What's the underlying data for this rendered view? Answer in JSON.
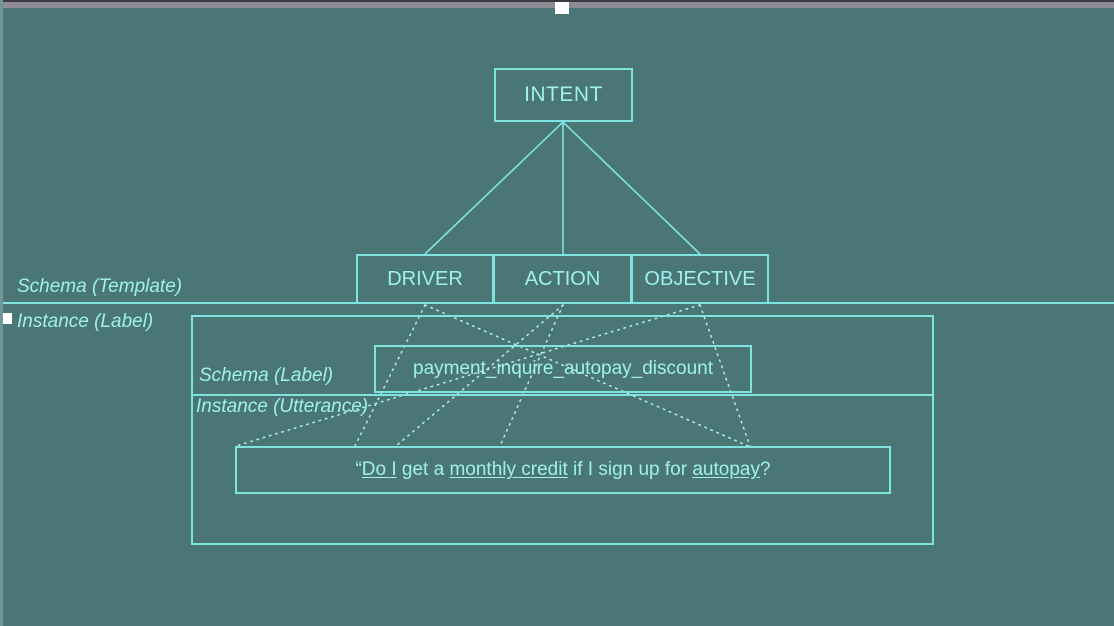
{
  "diagram": {
    "title": "Intent schema / instance hierarchy",
    "colors": {
      "background": "#4a7775",
      "stroke": "#7fe3e0",
      "text": "#9ff0ee",
      "topbar": "#8f8a93",
      "handle": "#ffffff"
    }
  },
  "schema_plane": {
    "label": "Schema (Template)",
    "root": {
      "label": "INTENT"
    },
    "slots": [
      {
        "label": "DRIVER"
      },
      {
        "label": "ACTION"
      },
      {
        "label": "OBJECTIVE"
      }
    ]
  },
  "instance_plane": {
    "label": "Instance (Label)",
    "schema_label": {
      "label": "Schema (Label)",
      "value": "payment_inquire_autopay_discount"
    },
    "instance_utterance": {
      "label": "Instance (Utterance)",
      "utterance": {
        "open_quote": "“",
        "segments": [
          {
            "text": "Do I",
            "underlined": true
          },
          {
            "text": " get a ",
            "underlined": false
          },
          {
            "text": "monthly credit",
            "underlined": true
          },
          {
            "text": " if I sign up for ",
            "underlined": false
          },
          {
            "text": "autopay",
            "underlined": true
          },
          {
            "text": "?",
            "underlined": false
          }
        ],
        "plain": "“Do I get a monthly credit if I sign up for autopay?"
      }
    }
  },
  "mappings": [
    {
      "from": "DRIVER",
      "to": "Do I"
    },
    {
      "from": "ACTION",
      "to": "monthly credit"
    },
    {
      "from": "OBJECTIVE",
      "to": "autopay"
    }
  ]
}
